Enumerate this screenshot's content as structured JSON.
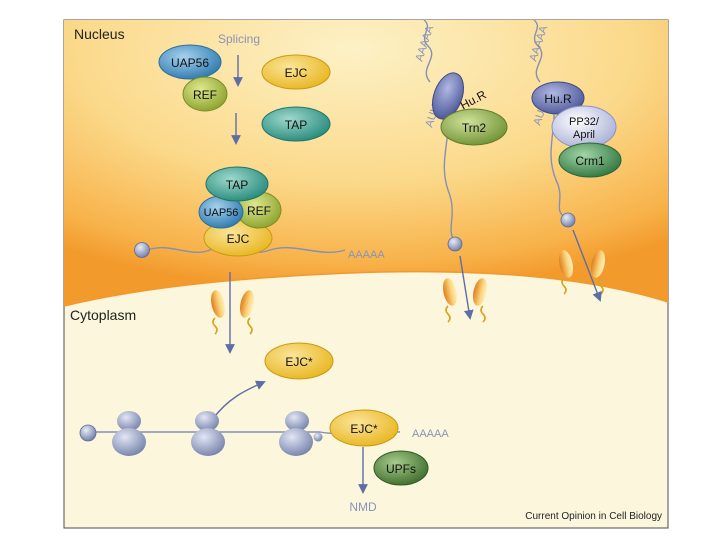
{
  "regions": {
    "nucleus": "Nucleus",
    "cytoplasm": "Cytoplasm"
  },
  "labels": {
    "splicing": "Splicing",
    "polya_top_1": "AAAAA",
    "polya_top_2": "AAAAA",
    "polya_mid": "AAAAA",
    "polya_bottom": "AAAAA",
    "are_1": "AUUUA",
    "are_2": "AUUUA",
    "nmd": "NMD",
    "credit": "Current Opinion in Cell Biology"
  },
  "proteins": {
    "uap56_top": "UAP56",
    "ref_top": "REF",
    "ejc_top": "EJC",
    "tap_top": "TAP",
    "tap_complex": "TAP",
    "uap56_complex": "UAP56",
    "ref_complex": "REF",
    "ejc_complex": "EJC",
    "hur_1": "Hu.R",
    "trn2": "Trn2",
    "hur_2": "Hu.R",
    "pp32_line1": "PP32/",
    "pp32_line2": "April",
    "crm1": "Crm1",
    "ejc_star_1": "EJC*",
    "ejc_star_2": "EJC*",
    "upfs": "UPFs"
  },
  "colors": {
    "nucleus_bright": "#fbe7a6",
    "nucleus_edge": "#f7a83a",
    "cytoplasm": "#fbf6dc",
    "ejc": "#f0c531",
    "tap": "#2f9f8e",
    "uap56": "#3e8fc2",
    "ref": "#9bb23a",
    "hur": "#5a66a8",
    "trn2": "#84a440",
    "pp32": "#c3c9e6",
    "crm1": "#3f8a52",
    "upfs": "#4a7d35",
    "ribosome": "#8a96bb",
    "arrow": "#5d6ea6"
  }
}
